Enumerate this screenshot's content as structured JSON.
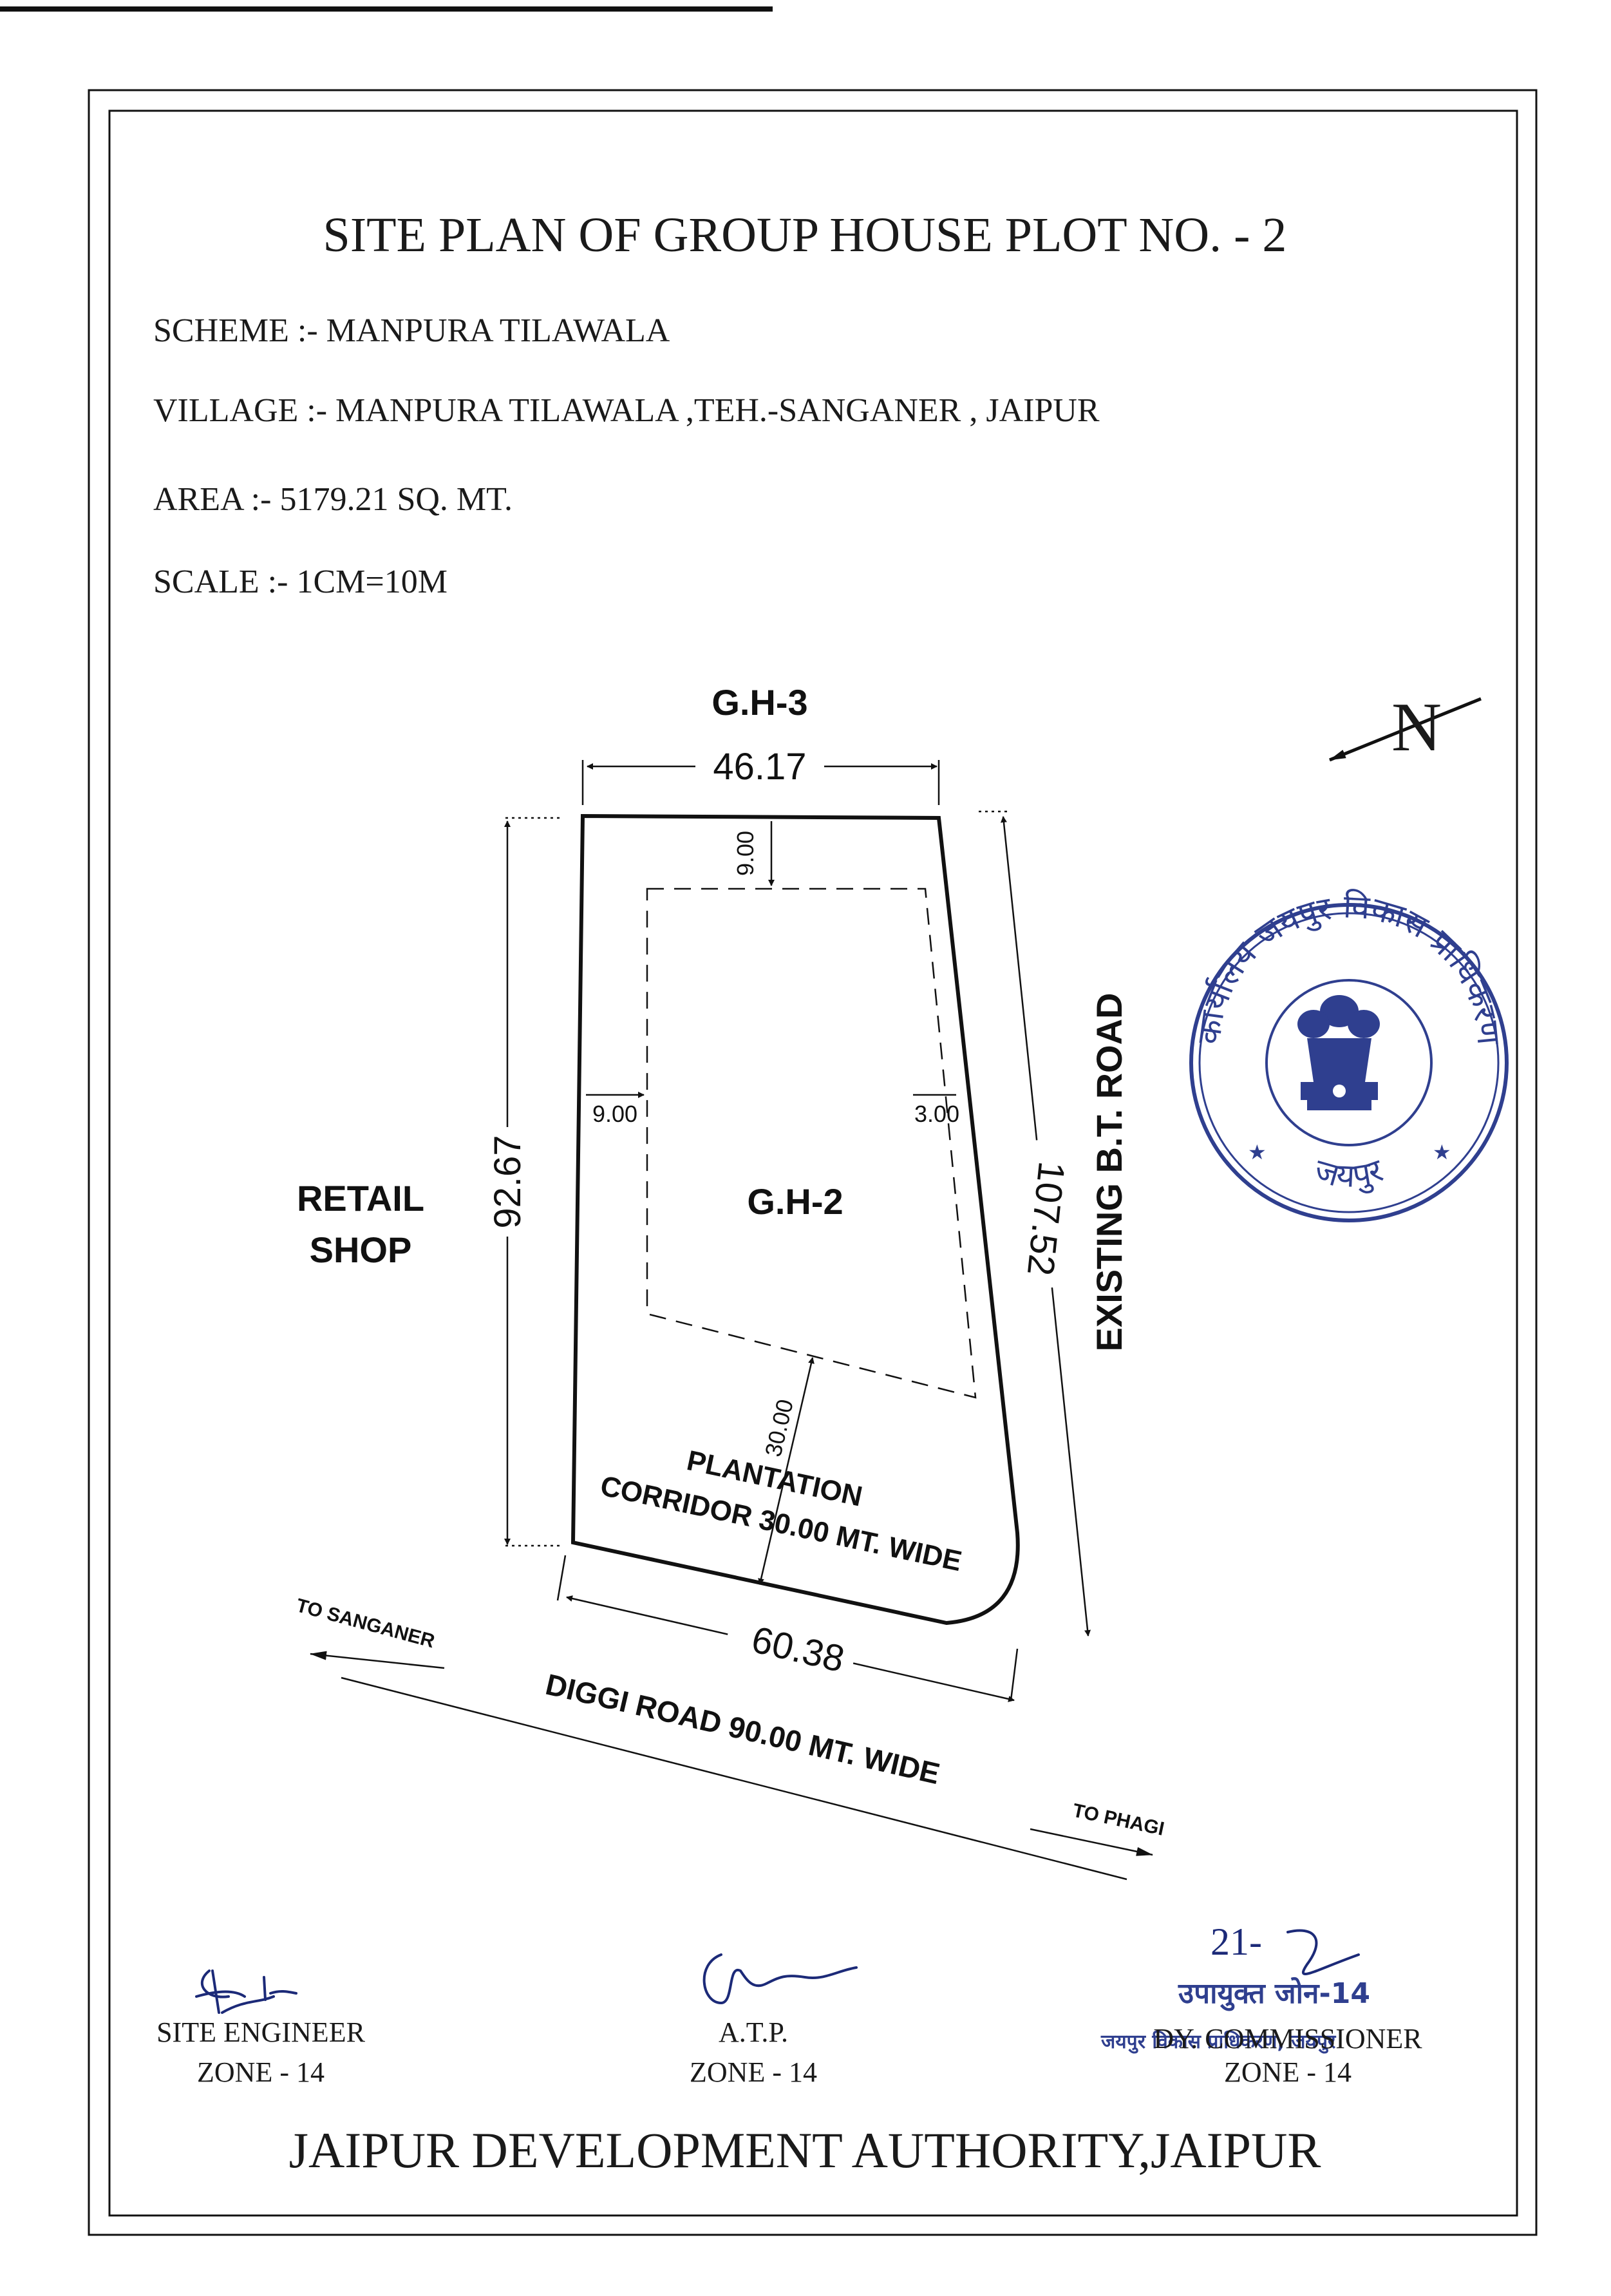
{
  "title": "SITE PLAN OF GROUP HOUSE PLOT NO. - 2",
  "details": {
    "scheme": "SCHEME :- MANPURA TILAWALA",
    "village": "VILLAGE :- MANPURA TILAWALA ,TEH.-SANGANER , JAIPUR",
    "area": "AREA :- 5179.21 SQ. MT.",
    "scale": "SCALE :- 1CM=10M"
  },
  "north_label": "N",
  "plot": {
    "top_neighbor": "G.H-3",
    "name": "G.H-2",
    "west_neighbor_line1": "RETAIL",
    "west_neighbor_line2": "SHOP",
    "east_road": "EXISTING B.T. ROAD",
    "south_road": "DIGGI ROAD 90.00 MT. WIDE",
    "plantation_line1": "PLANTATION",
    "plantation_line2": "CORRIDOR 30.00 MT. WIDE",
    "to_left": "TO SANGANER",
    "to_right": "TO PHAGI"
  },
  "dimensions": {
    "north_side": "46.17",
    "west_side": "92.67",
    "east_side": "107.52",
    "south_side": "60.38",
    "setback_front": "9.00",
    "setback_left": "9.00",
    "setback_right": "3.00",
    "setback_rear": "30.00"
  },
  "seal": {
    "top_text": "कार्यालय जयपुर विकास प्राधिकरण",
    "bottom_text": "जयपुर"
  },
  "signatories": [
    {
      "role": "SITE ENGINEER",
      "zone": "ZONE - 14"
    },
    {
      "role": "A.T.P.",
      "zone": "ZONE - 14"
    },
    {
      "role": "DY. COMMISSIONER",
      "zone": "ZONE - 14",
      "stamp": "उपायुक्त जोन-14",
      "stamp2": "जयपुर विकास प्राधिकरण, जयपुर",
      "initials": "21-"
    }
  ],
  "footer": "JAIPUR DEVELOPMENT AUTHORITY,JAIPUR"
}
